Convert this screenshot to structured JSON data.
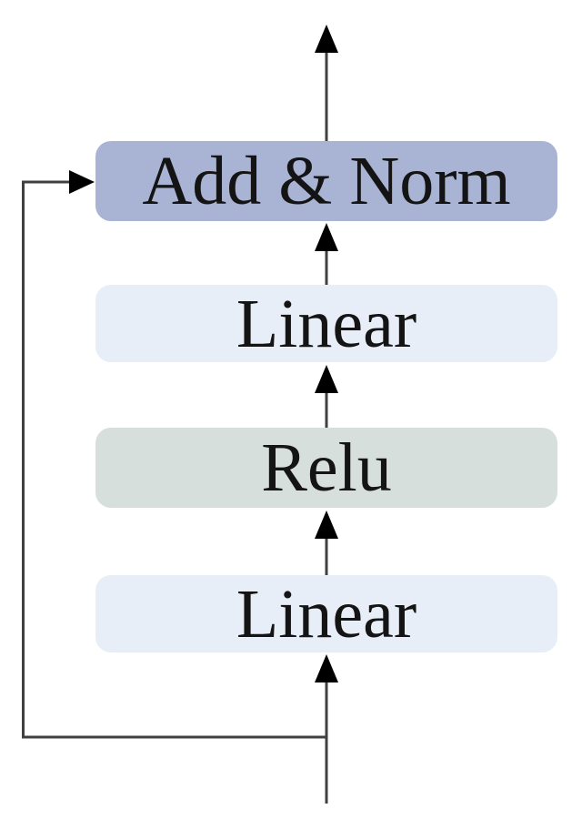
{
  "diagram": {
    "background_color": "#ffffff",
    "line_color": "#404040",
    "arrowhead_color": "#000000",
    "text_color": "#141414",
    "nodes": [
      {
        "id": "add-norm",
        "label": "Add & Norm",
        "fill": "#a9b3d4"
      },
      {
        "id": "linear-top",
        "label": "Linear",
        "fill": "#e8eef7"
      },
      {
        "id": "relu",
        "label": "Relu",
        "fill": "#d6dfdc"
      },
      {
        "id": "linear-bottom",
        "label": "Linear",
        "fill": "#e8eef7"
      }
    ],
    "edges": [
      {
        "from": "input",
        "to": "linear-bottom",
        "type": "arrow"
      },
      {
        "from": "linear-bottom",
        "to": "relu",
        "type": "arrow"
      },
      {
        "from": "relu",
        "to": "linear-top",
        "type": "arrow"
      },
      {
        "from": "linear-top",
        "to": "add-norm",
        "type": "arrow"
      },
      {
        "from": "add-norm",
        "to": "output",
        "type": "arrow"
      },
      {
        "from": "input",
        "to": "add-norm",
        "type": "skip-connection"
      }
    ]
  }
}
